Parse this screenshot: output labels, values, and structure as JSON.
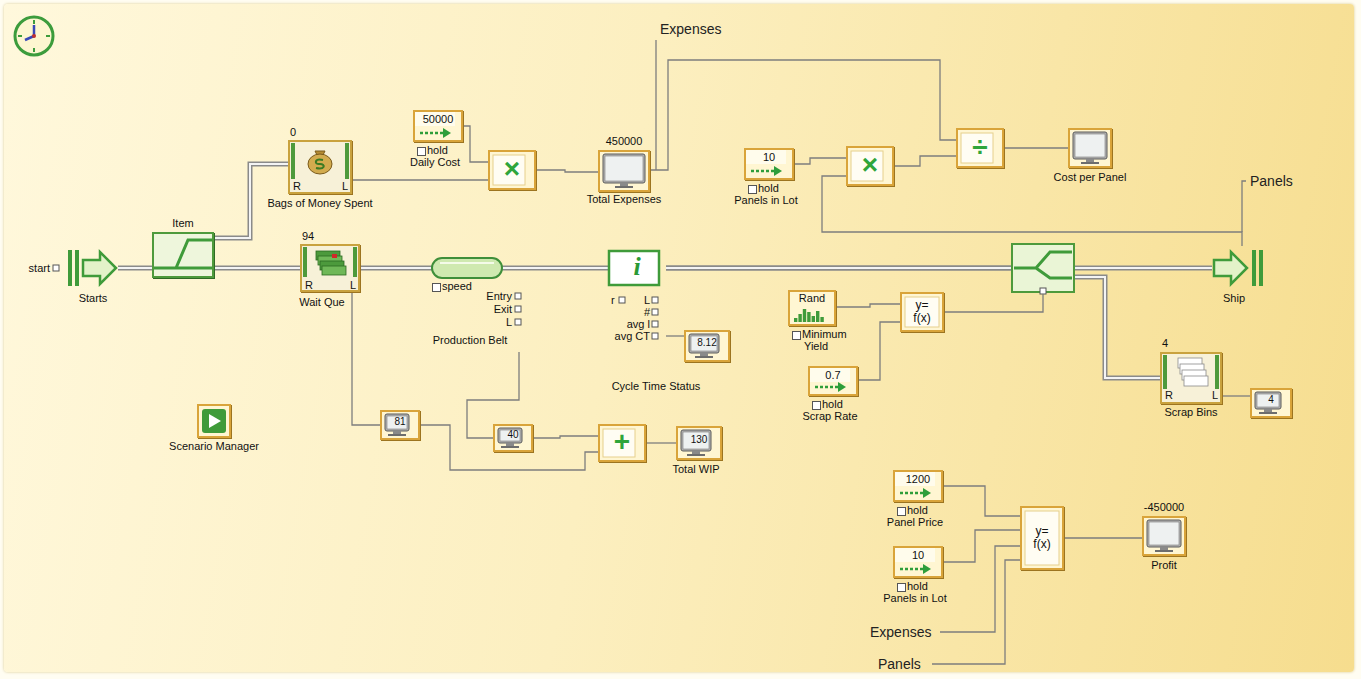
{
  "diagram": {
    "nodes": [
      {
        "text": [
          "start",
          "Starts"
        ]
      },
      {
        "text": [
          "Item"
        ]
      },
      {
        "text": [
          "0",
          "R",
          "L",
          "Bags of Money Spent"
        ]
      },
      {
        "text": [
          "50000",
          "hold",
          "Daily Cost"
        ]
      },
      {
        "text": [
          "×"
        ]
      },
      {
        "text": [
          "450000",
          "Total Expenses"
        ]
      },
      {
        "text": [
          "10",
          "hold",
          "Panels in Lot"
        ]
      },
      {
        "text": [
          "×"
        ]
      },
      {
        "text": [
          "÷"
        ]
      },
      {
        "text": [
          "Cost per Panel"
        ]
      },
      {
        "text": [
          "94",
          "R",
          "L",
          "Wait Que"
        ]
      },
      {
        "text": [
          "speed",
          "Entry",
          "Exit",
          "L",
          "Production Belt"
        ]
      },
      {
        "text": [
          "i",
          "r",
          "L",
          "#",
          "avg l",
          "avg CT"
        ]
      },
      {
        "text": [
          "8.12",
          "Cycle Time Status"
        ]
      },
      {
        "text": [
          "Rand",
          "Minimum",
          "Yield"
        ]
      },
      {
        "text": [
          "y= f(x)"
        ]
      },
      {
        "text": [
          "0.7",
          "hold",
          "Scrap Rate"
        ]
      },
      {
        "text": [
          "Ship"
        ]
      },
      {
        "text": [
          "4",
          "R",
          "L",
          "Scrap Bins"
        ]
      },
      {
        "text": [
          "4"
        ]
      },
      {
        "text": [
          "Scenario Manager"
        ]
      },
      {
        "text": [
          "81"
        ]
      },
      {
        "text": [
          "40"
        ]
      },
      {
        "text": [
          "+"
        ]
      },
      {
        "text": [
          "130",
          "Total WIP"
        ]
      },
      {
        "text": [
          "1200",
          "hold",
          "Panel Price"
        ]
      },
      {
        "text": [
          "10",
          "hold",
          "Panels in Lot"
        ]
      },
      {
        "text": [
          "y= f(x)"
        ]
      },
      {
        "text": [
          "-450000",
          "Profit"
        ]
      }
    ],
    "edges": [
      {
        "from": 0,
        "to": 1,
        "arrow": "none"
      },
      {
        "from": 1,
        "to": 2,
        "arrow": "none"
      },
      {
        "from": 1,
        "to": 10,
        "arrow": "none"
      },
      {
        "from": 2,
        "to": 4,
        "arrow": "none"
      },
      {
        "from": 3,
        "to": 4,
        "arrow": "none"
      },
      {
        "from": 4,
        "to": 5,
        "arrow": "none"
      },
      {
        "from": 5,
        "to": 8,
        "arrow": "none"
      },
      {
        "from": 6,
        "to": 7,
        "arrow": "none"
      },
      {
        "from": 7,
        "to": 8,
        "arrow": "none"
      },
      {
        "from": 8,
        "to": 9,
        "arrow": "none"
      },
      {
        "from": 17,
        "to": 7,
        "arrow": "none"
      },
      {
        "from": 10,
        "to": 11,
        "arrow": "none"
      },
      {
        "from": 11,
        "to": 12,
        "arrow": "none"
      },
      {
        "from": 12,
        "to": 17,
        "arrow": "none"
      },
      {
        "from": 12,
        "to": 18,
        "arrow": "none"
      },
      {
        "from": 12,
        "to": 13,
        "arrow": "none"
      },
      {
        "from": 10,
        "to": 21,
        "arrow": "none"
      },
      {
        "from": 11,
        "to": 22,
        "arrow": "none"
      },
      {
        "from": 21,
        "to": 23,
        "arrow": "none"
      },
      {
        "from": 22,
        "to": 23,
        "arrow": "none"
      },
      {
        "from": 23,
        "to": 24,
        "arrow": "none"
      },
      {
        "from": 14,
        "to": 15,
        "arrow": "none"
      },
      {
        "from": 16,
        "to": 15,
        "arrow": "none"
      },
      {
        "from": 18,
        "to": 19,
        "arrow": "none"
      },
      {
        "from": 25,
        "to": 27,
        "arrow": "none"
      },
      {
        "from": 26,
        "to": 27,
        "arrow": "none"
      },
      {
        "from": 27,
        "to": 28,
        "arrow": "none"
      }
    ],
    "labels": [
      "Expenses",
      "Panels",
      "Expenses",
      "Panels"
    ]
  }
}
